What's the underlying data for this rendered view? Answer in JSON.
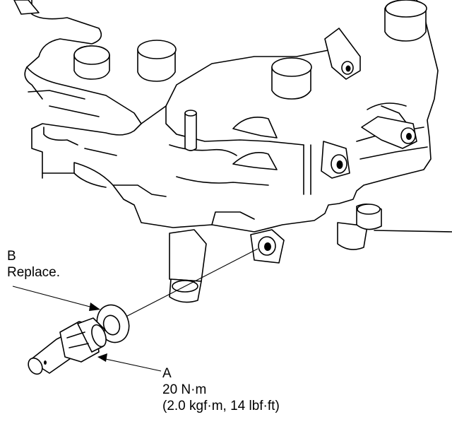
{
  "callouts": {
    "b": {
      "letter": "B",
      "note": "Replace."
    },
    "a": {
      "letter": "A",
      "torque_nm": "20 N·m",
      "torque_alt": "(2.0 kgf·m, 14 lbf·ft)"
    }
  }
}
